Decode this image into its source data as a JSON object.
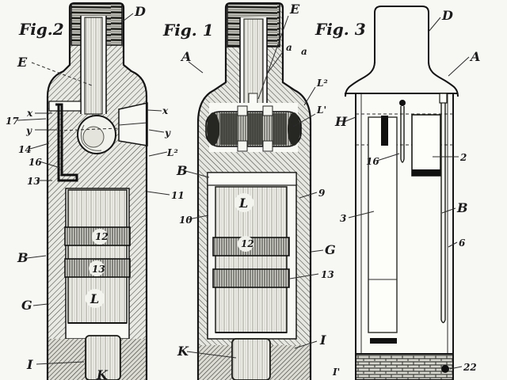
{
  "page": {
    "paper_color": "#f7f7f4",
    "ink_color": "#1b1b1b",
    "kind": "patent sectional drawing, three views of a tubular flashlight / battery lamp"
  },
  "figures": [
    {
      "id": "fig2",
      "title": "Fig.2"
    },
    {
      "id": "fig1",
      "title": "Fig. 1"
    },
    {
      "id": "fig3",
      "title": "Fig. 3"
    }
  ],
  "labels": {
    "D": "D",
    "E": "E",
    "A": "A",
    "a": "a",
    "B": "B",
    "G": "G",
    "I": "I",
    "L": "L",
    "K": "K",
    "H": "H",
    "x": "x",
    "y": "y",
    "L2": "L²",
    "Lp": "L'",
    "Ip": "I'",
    "n2": "2",
    "n3": "3",
    "n6": "6",
    "n9": "9",
    "n10": "10",
    "n11": "11",
    "n12": "12",
    "n13": "13",
    "n14": "14",
    "n16": "16",
    "n17": "17",
    "n22": "22"
  }
}
